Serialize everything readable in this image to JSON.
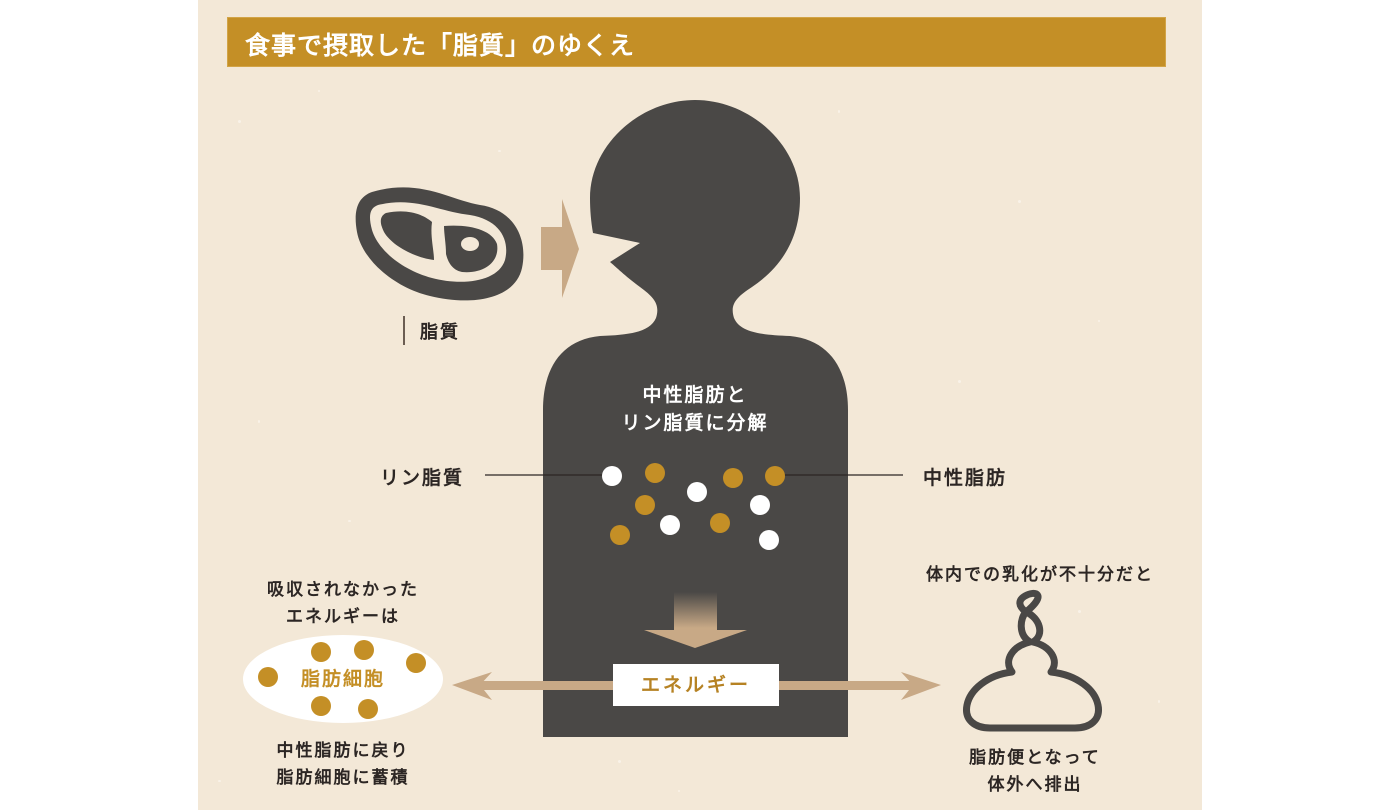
{
  "title": "食事で摂取した「脂質」のゆくえ",
  "colors": {
    "background": "#f3e8d7",
    "title_bar": "#c48f26",
    "silhouette": "#4a4846",
    "arrow": "#c8a986",
    "gold_dot": "#c48f26",
    "white_dot": "#ffffff",
    "text": "#2c2624"
  },
  "food": {
    "icon": "steak-icon",
    "label": "脂質"
  },
  "body": {
    "breakdown_line1": "中性脂肪と",
    "breakdown_line2": "リン脂質に分解",
    "left_callout": "リン脂質",
    "right_callout": "中性脂肪",
    "energy_label": "エネルギー"
  },
  "left_outcome": {
    "heading_line1": "吸収されなかった",
    "heading_line2": "エネルギーは",
    "cell_label": "脂肪細胞",
    "caption_line1": "中性脂肪に戻り",
    "caption_line2": "脂肪細胞に蓄積"
  },
  "right_outcome": {
    "heading": "体内での乳化が不十分だと",
    "icon": "stool-icon",
    "caption_line1": "脂肪便となって",
    "caption_line2": "体外へ排出"
  },
  "legend": {
    "white_dot": "リン脂質",
    "gold_dot": "中性脂肪"
  }
}
